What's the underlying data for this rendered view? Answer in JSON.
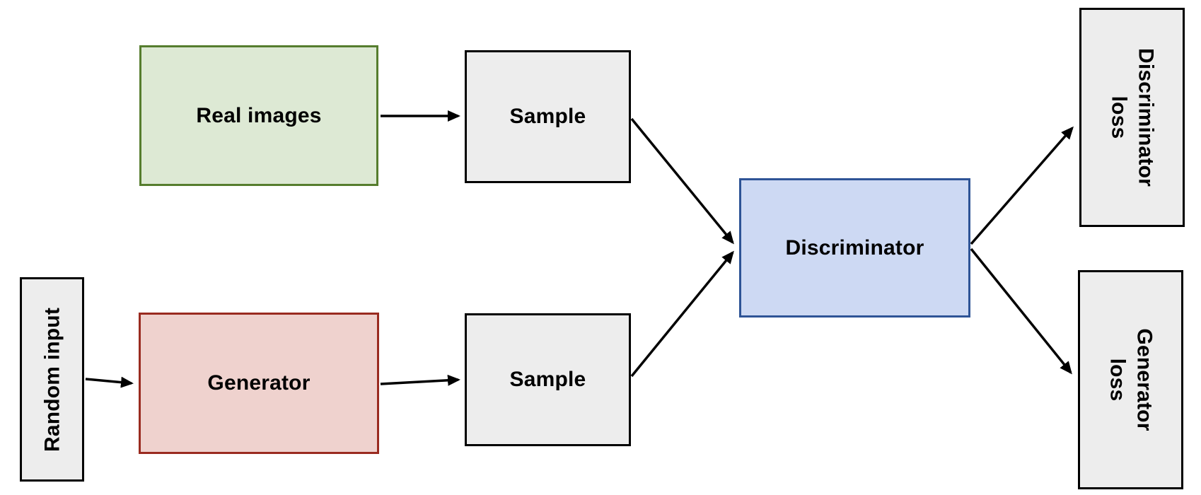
{
  "diagram": {
    "kind": "flowchart",
    "subject": "GAN training architecture",
    "background_color": "#ffffff",
    "nodes": {
      "random_input": {
        "label": "Random input",
        "shape": "rect",
        "fill": "#ededed",
        "border_color": "#000000",
        "text_rotation_deg": -90
      },
      "real_images": {
        "label": "Real images",
        "shape": "rect",
        "fill": "#dde9d4",
        "border_color": "#567d2e",
        "text_rotation_deg": 0
      },
      "generator": {
        "label": "Generator",
        "shape": "rect",
        "fill": "#efd2ce",
        "border_color": "#9a2b20",
        "text_rotation_deg": 0
      },
      "sample_top": {
        "label": "Sample",
        "shape": "rect",
        "fill": "#ededed",
        "border_color": "#000000",
        "text_rotation_deg": 0
      },
      "sample_bottom": {
        "label": "Sample",
        "shape": "rect",
        "fill": "#ededed",
        "border_color": "#000000",
        "text_rotation_deg": 0
      },
      "discriminator": {
        "label": "Discriminator",
        "shape": "rect",
        "fill": "#cdd9f3",
        "border_color": "#2e5496",
        "text_rotation_deg": 0
      },
      "discriminator_loss": {
        "label": "Discriminator loss",
        "lines": [
          "Discriminator",
          "loss"
        ],
        "shape": "rect",
        "fill": "#ededed",
        "border_color": "#000000",
        "text_rotation_deg": 90
      },
      "generator_loss": {
        "label": "Generator loss",
        "lines": [
          "Generator",
          "loss"
        ],
        "shape": "rect",
        "fill": "#ededed",
        "border_color": "#000000",
        "text_rotation_deg": 90
      }
    },
    "edges": [
      {
        "from": "real_images",
        "to": "sample_top",
        "style": "arrow"
      },
      {
        "from": "sample_top",
        "to": "discriminator",
        "style": "arrow"
      },
      {
        "from": "random_input",
        "to": "generator",
        "style": "arrow"
      },
      {
        "from": "generator",
        "to": "sample_bottom",
        "style": "arrow"
      },
      {
        "from": "sample_bottom",
        "to": "discriminator",
        "style": "arrow"
      },
      {
        "from": "discriminator",
        "to": "discriminator_loss",
        "style": "arrow"
      },
      {
        "from": "discriminator",
        "to": "generator_loss",
        "style": "arrow"
      }
    ],
    "edge_color": "#000000",
    "text_color": "#000000"
  }
}
